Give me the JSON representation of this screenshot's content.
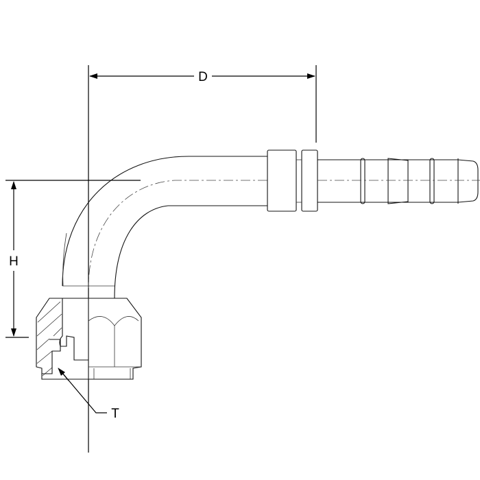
{
  "dimensions": {
    "d_label": "D",
    "h_label": "H",
    "t_label": "T"
  }
}
